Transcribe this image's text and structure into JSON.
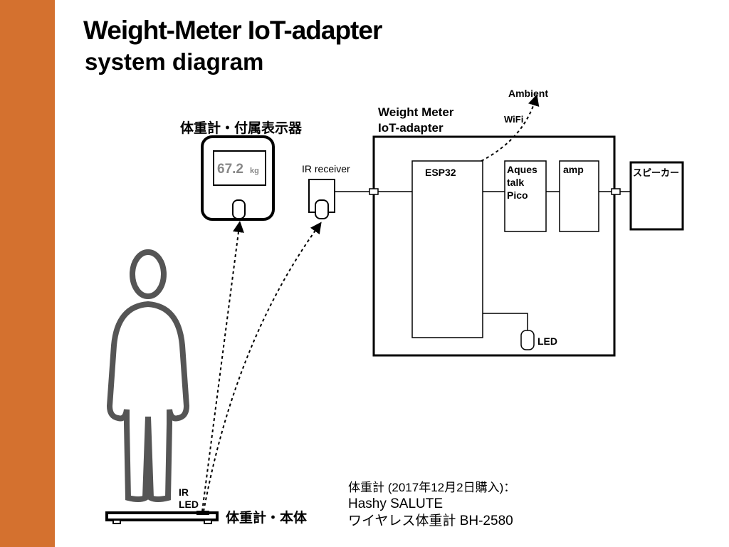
{
  "slide": {
    "accent_color": "#d4712f",
    "title_line1": "Weight-Meter IoT-adapter",
    "title_line2": "system diagram"
  },
  "display_unit": {
    "label": "体重計・付属表示器",
    "weight_value": "67.2",
    "weight_unit": "kg"
  },
  "ir_receiver": {
    "label": "IR receiver"
  },
  "adapter": {
    "label_line1": "Weight Meter",
    "label_line2": "IoT-adapter",
    "esp32": "ESP32",
    "aquestalk_line1": "Aques",
    "aquestalk_line2": "talk",
    "aquestalk_line3": "Pico",
    "amp": "amp",
    "led": "LED"
  },
  "speaker": {
    "label": "スピーカー"
  },
  "cloud": {
    "label": "Ambient",
    "link_label": "WiFi"
  },
  "scale": {
    "ir_led_line1": "IR",
    "ir_led_line2": "LED",
    "label": "体重計・本体"
  },
  "note": {
    "line1": "体重計 (2017年12月2日購入)：",
    "line2": "Hashy SALUTE",
    "line3": "ワイヤレス体重計 BH-2580"
  }
}
